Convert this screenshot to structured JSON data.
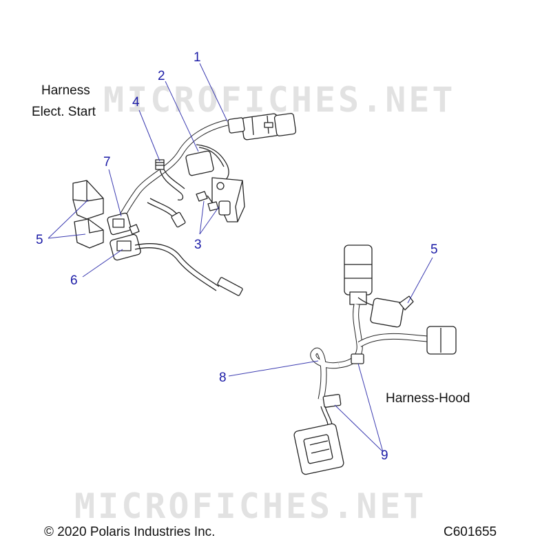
{
  "labels": {
    "harness_line1": "Harness",
    "harness_line2": "Elect. Start",
    "harness_hood": "Harness-Hood"
  },
  "callouts": {
    "c1": "1",
    "c2": "2",
    "c3": "3",
    "c4": "4",
    "c5a": "5",
    "c5b": "5",
    "c6": "6",
    "c7": "7",
    "c8": "8",
    "c9": "9"
  },
  "watermark": "MICROFICHES.NET",
  "footer": {
    "copyright": "© 2020 Polaris Industries Inc.",
    "code": "C601655"
  },
  "colors": {
    "callout": "#1a1aa6",
    "leader": "#3a3ab0",
    "line": "#222222",
    "watermark": "#e2e2e2"
  }
}
